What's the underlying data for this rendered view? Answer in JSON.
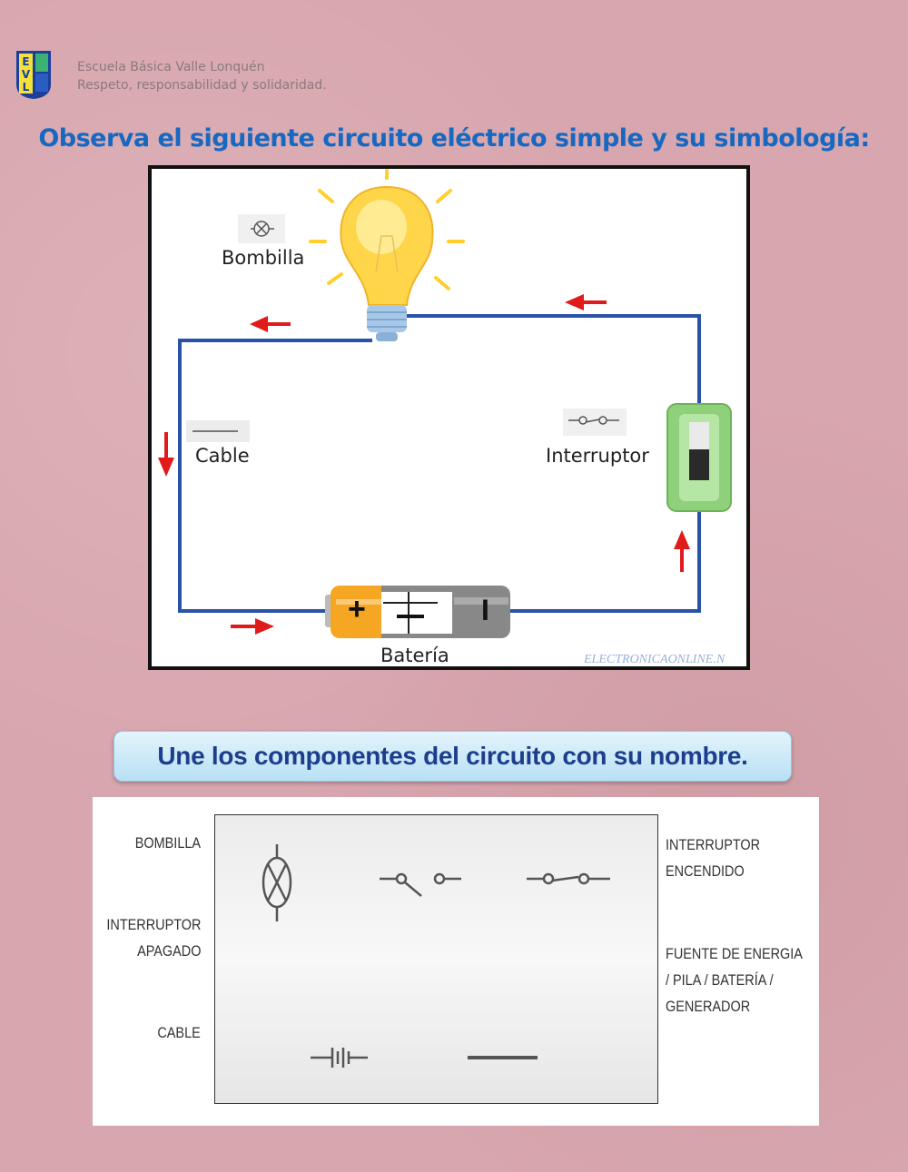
{
  "header": {
    "school_name": "Escuela Básica Valle Lonquén",
    "motto": "Respeto, responsabilidad y solidaridad.",
    "logo_letters": "EVL"
  },
  "title": "Observa el siguiente circuito eléctrico simple y su simbología:",
  "circuit": {
    "labels": {
      "bulb": "Bombilla",
      "cable": "Cable",
      "switch": "Interruptor",
      "battery": "Batería"
    },
    "battery_marks": {
      "plus": "+",
      "minus": "I"
    },
    "watermark": "ELECTRONICAONLINE.N",
    "colors": {
      "wire": "#2a52a8",
      "arrow": "#e01b1b",
      "switch_body": "#8fd07a",
      "bulb": "#ffd54a",
      "battery": "#f5a623"
    }
  },
  "instruction": "Une los componentes del circuito con su nombre.",
  "matching": {
    "left_labels": [
      "BOMBILLA",
      "INTERRUPTOR\nAPAGADO",
      "CABLE"
    ],
    "right_labels": [
      "INTERRUPTOR\nENCENDIDO",
      "FUENTE DE ENERGIA\n/ PILA / BATERÍA /\nGENERADOR"
    ],
    "symbols": [
      "bulb-symbol",
      "open-switch-symbol",
      "closed-switch-symbol",
      "battery-symbol",
      "cable-symbol"
    ]
  }
}
